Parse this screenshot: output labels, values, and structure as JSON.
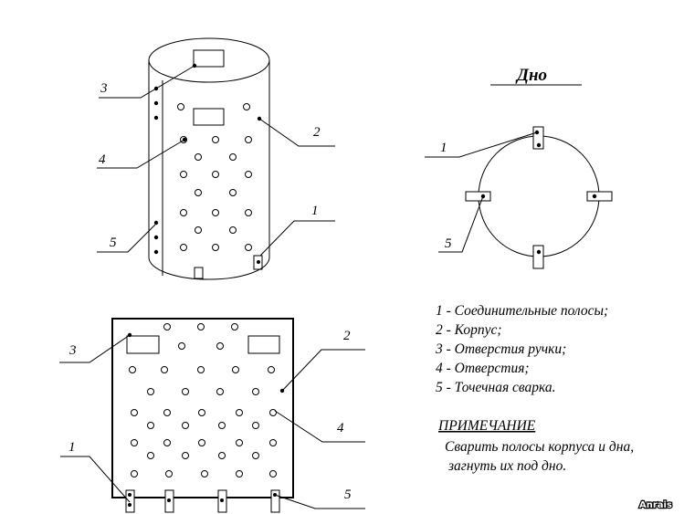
{
  "bottom_title": "Дно",
  "callouts": {
    "cyl_1": "1",
    "cyl_2": "2",
    "cyl_3": "3",
    "cyl_4": "4",
    "cyl_5": "5",
    "bot_1": "1",
    "bot_5": "5",
    "flat_1": "1",
    "flat_2": "2",
    "flat_3": "3",
    "flat_4": "4",
    "flat_5": "5"
  },
  "legend": [
    "1 - Соединительные полосы;",
    "2 - Корпус;",
    "3 - Отверстия ручки;",
    "4 - Отверстия;",
    "5 - Точечная сварка."
  ],
  "note": {
    "heading": "ПРИМЕЧАНИЕ",
    "lines": [
      "Сварить полосы корпуса и дна,",
      "загнуть их под дно."
    ]
  },
  "watermark": "Anrais"
}
